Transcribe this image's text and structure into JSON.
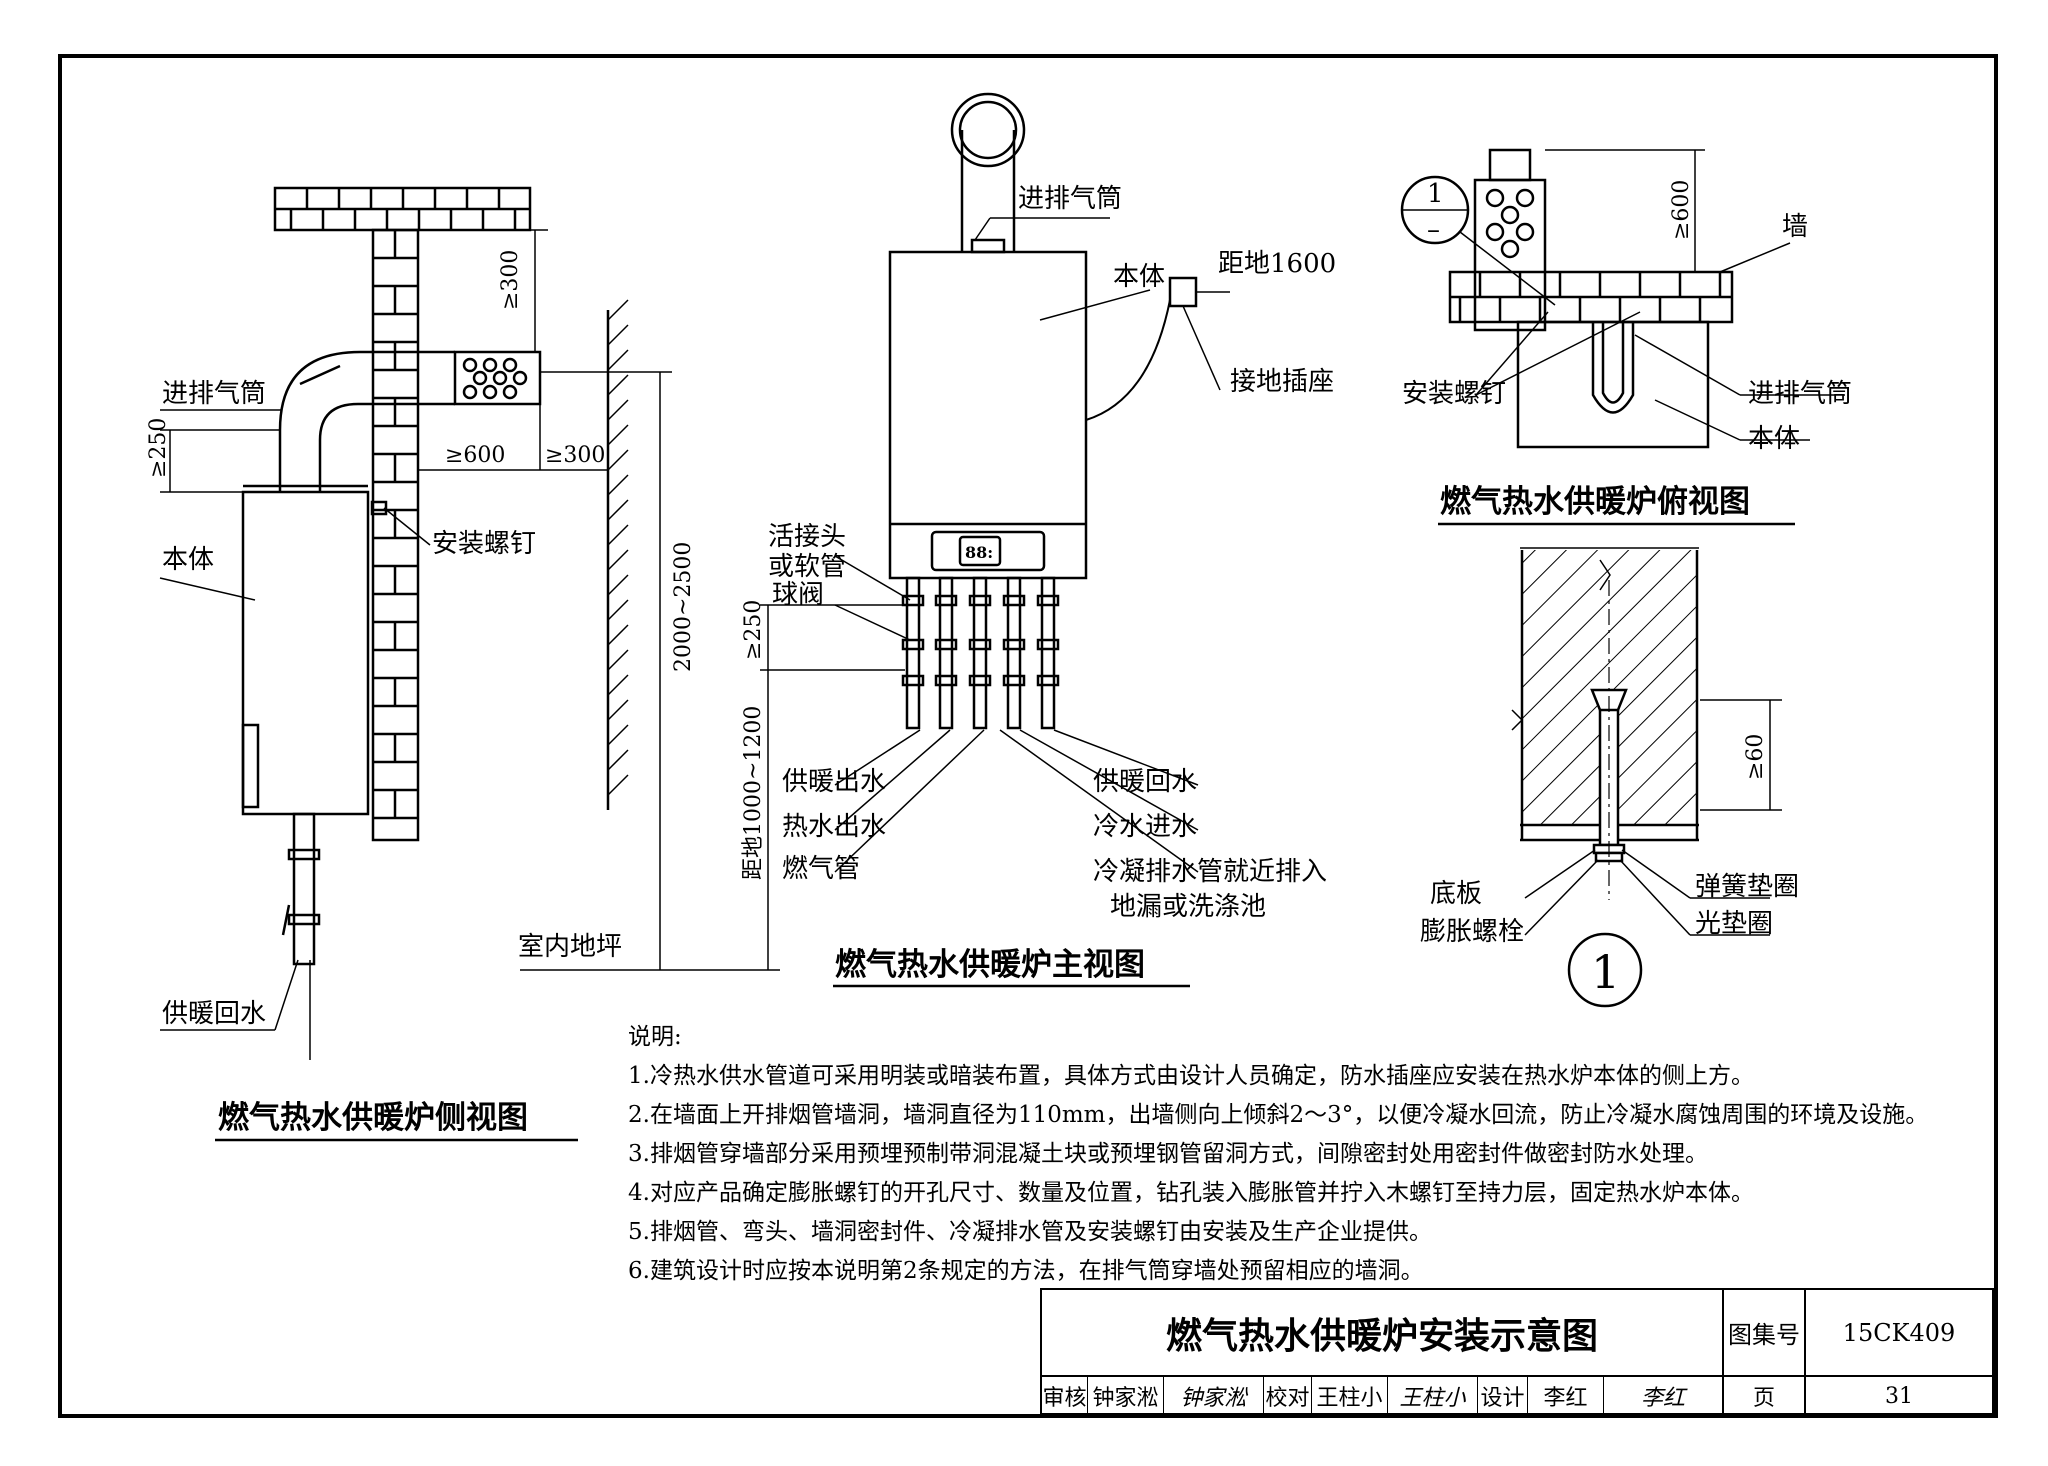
{
  "side_view": {
    "caption": "燃气热水供暖炉侧视图",
    "labels": {
      "flue": "进排气筒",
      "body": "本体",
      "screw": "安装螺钉",
      "return": "供暖回水",
      "floor": "室内地坪"
    },
    "dims": {
      "d300a": "≥300",
      "d250": "≥250",
      "d600": "≥600",
      "d300b": "≥300",
      "height": "2000~2500"
    }
  },
  "front_view": {
    "caption": "燃气热水供暖炉主视图",
    "labels": {
      "flue": "进排气筒",
      "body": "本体",
      "socket_height": "距地1600",
      "socket": "接地插座",
      "union1": "活接头",
      "union2": "或软管",
      "valve": "球阀",
      "heat_out": "供暖出水",
      "hot_out": "热水出水",
      "gas": "燃气管",
      "heat_return": "供暖回水",
      "cold_in": "冷水进水",
      "drain1": "冷凝排水管就近排入",
      "drain2": "地漏或洗涤池",
      "panel": "88:"
    },
    "dims": {
      "d250": "≥250",
      "height": "距地1000~1200"
    }
  },
  "top_view": {
    "caption": "燃气热水供暖炉俯视图",
    "labels": {
      "detail_num": "1",
      "detail_dash": "–",
      "wall": "墙",
      "screw": "安装螺钉",
      "flue": "进排气筒",
      "body": "本体"
    },
    "dims": {
      "d600": "≥600"
    }
  },
  "detail": {
    "number": "1",
    "labels": {
      "plate": "底板",
      "bolt": "膨胀螺栓",
      "spring": "弹簧垫圈",
      "washer": "光垫圈"
    },
    "dims": {
      "d60": "≥60"
    }
  },
  "notes": {
    "heading": "说明:",
    "items": [
      "1.冷热水供水管道可采用明装或暗装布置，具体方式由设计人员确定，防水插座应安装在热水炉本体的侧上方。",
      "2.在墙面上开排烟管墙洞，墙洞直径为110mm，出墙侧向上倾斜2～3°，以便冷凝水回流，防止冷凝水腐蚀周围的环境及设施。",
      "3.排烟管穿墙部分采用预埋预制带洞混凝土块或预埋钢管留洞方式，间隙密封处用密封件做密封防水处理。",
      "4.对应产品确定膨胀螺钉的开孔尺寸、数量及位置，钻孔装入膨胀管并拧入木螺钉至持力层，固定热水炉本体。",
      "5.排烟管、弯头、墙洞密封件、冷凝排水管及安装螺钉由安装及生产企业提供。",
      "6.建筑设计时应按本说明第2条规定的方法，在排气筒穿墙处预留相应的墙洞。"
    ]
  },
  "title_block": {
    "title": "燃气热水供暖炉安装示意图",
    "atlas_label": "图集号",
    "atlas_no": "15CK409",
    "review_label": "审核",
    "reviewer": "钟家淞",
    "review_sig": "钟家淞",
    "check_label": "校对",
    "checker": "王柱小",
    "check_sig": "王柱小",
    "design_label": "设计",
    "designer": "李红",
    "design_sig": "李红",
    "page_label": "页",
    "page_no": "31"
  }
}
